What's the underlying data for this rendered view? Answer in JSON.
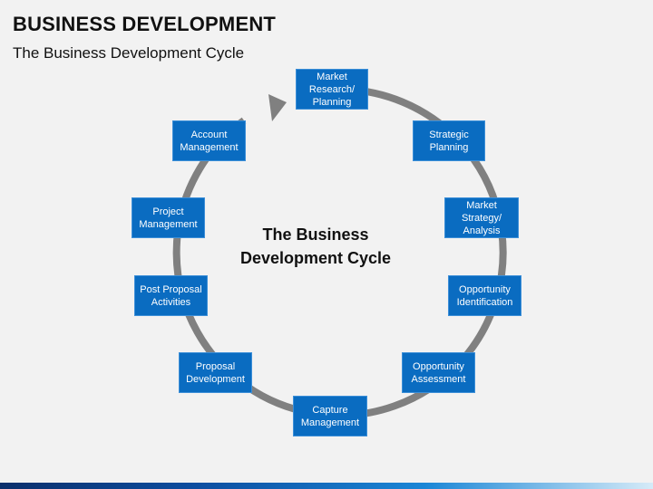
{
  "header": {
    "title": "BUSINESS DEVELOPMENT",
    "subtitle": "The Business Development Cycle"
  },
  "diagram": {
    "center_label": "The Business\nDevelopment Cycle",
    "nodes": [
      "Market\nResearch/\nPlanning",
      "Strategic\nPlanning",
      "Market\nStrategy/\nAnalysis",
      "Opportunity\nIdentification",
      "Opportunity\nAssessment",
      "Capture\nManagement",
      "Proposal\nDevelopment",
      "Post Proposal\nActivities",
      "Project\nManagement",
      "Account\nManagement"
    ]
  },
  "colors": {
    "node_fill": "#0a6cc1",
    "ring": "#808080",
    "background": "#f2f2f2"
  }
}
